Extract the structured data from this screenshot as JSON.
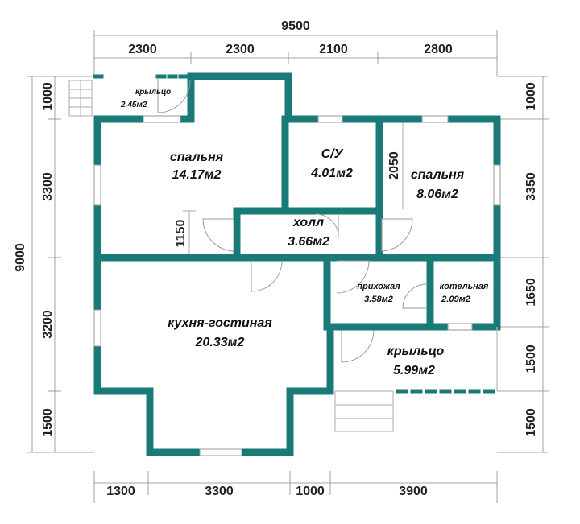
{
  "dimensions": {
    "top_total": "9500",
    "top_segments": [
      "2300",
      "2300",
      "2100",
      "2800"
    ],
    "bottom_segments": [
      "1300",
      "3300",
      "1000",
      "3900"
    ],
    "left_total": "9000",
    "left_segments": [
      "1000",
      "3300",
      "3200",
      "1500"
    ],
    "right_segments": [
      "1000",
      "3350",
      "1650",
      "1500",
      "1500"
    ],
    "inner_hall": "1150",
    "inner_bath": "2050"
  },
  "rooms": {
    "porch_small": {
      "name": "крыльцо",
      "area": "2.45м2"
    },
    "bedroom_1": {
      "name": "спальня",
      "area": "14.17м2"
    },
    "bathroom": {
      "name": "С/У",
      "area": "4.01м2"
    },
    "bedroom_2": {
      "name": "спальня",
      "area": "8.06м2"
    },
    "hall": {
      "name": "холл",
      "area": "3.66м2"
    },
    "kitchen": {
      "name": "кухня-гостиная",
      "area": "20.33м2"
    },
    "entrance": {
      "name": "прихожая",
      "area": "3.58м2"
    },
    "boiler": {
      "name": "котельная",
      "area": "2.09м2"
    },
    "porch_main": {
      "name": "крыльцо",
      "area": "5.99м2"
    }
  },
  "colors": {
    "wall": "#1a7a78",
    "dimension_line": "#888888"
  }
}
